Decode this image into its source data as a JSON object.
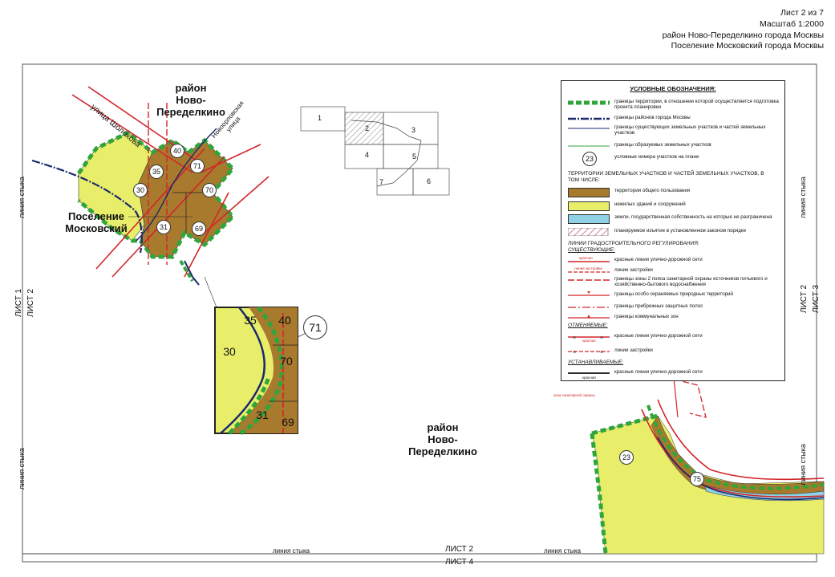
{
  "header": {
    "sheet": "Лист 2 из 7",
    "scale": "Масштаб 1:2000",
    "district_line": "район Ново-Переделкино города Москвы",
    "settlement_line": "Поселение Московский города Москвы"
  },
  "map_labels": {
    "district_top": "район\nНово-Переделкино",
    "district_center": "район\nНово-Переделкино",
    "settlement": "Поселение\nМосковский",
    "street_sholokhova": "улица Шолохова",
    "street_novoorlovskaya": "Новоорловская\nулица",
    "joint_line": "линия стыка",
    "sheet1_side": "ЛИСТ 1",
    "sheet2_left": "ЛИСТ 2",
    "sheet2_right": "ЛИСТ 2",
    "sheet3": "ЛИСТ 3",
    "sheet2_bottom": "ЛИСТ 2",
    "sheet4": "ЛИСТ 4",
    "sanitary_zone_label": "зона санитарной охраны"
  },
  "parcels": {
    "p40": "40",
    "p35": "35",
    "p71": "71",
    "p30": "30",
    "p70": "70",
    "p31": "31",
    "p69": "69",
    "p23": "23",
    "p75": "75"
  },
  "inset": {
    "n35": "35",
    "n40": "40",
    "n71": "71",
    "n30": "30",
    "n70": "70",
    "n31": "31",
    "n69": "69"
  },
  "key_map": {
    "s1": "1",
    "s2": "2",
    "s3": "3",
    "s4": "4",
    "s5": "5",
    "s6": "6",
    "s7": "7"
  },
  "legend": {
    "title": "УСЛОВНЫЕ ОБОЗНАЧЕНИЯ:",
    "items": [
      "границы территории, в отношении которой осуществляется подготовка проекта планировки",
      "границы районов города Москвы",
      "границы существующих земельных участков и частей земельных участков",
      "границы образуемых земельных участков",
      "условные номера участков на плане"
    ],
    "sample_number": "23",
    "territories_head": "ТЕРРИТОРИИ ЗЕМЕЛЬНЫХ УЧАСТКОВ И ЧАСТЕЙ ЗЕМЕЛЬНЫХ УЧАСТКОВ, В ТОМ ЧИСЛЕ:",
    "territories": [
      "территории общего пользования",
      "нежилых зданий и сооружений",
      "земли, государственная собственность на которые не разграничена",
      "планируемое изъятие в установленном законом порядке"
    ],
    "lines_head": "ЛИНИИ ГРАДОСТРОИТЕЛЬНОГО РЕГУЛИРОВАНИЯ:",
    "existing_head": "СУЩЕСТВУЮЩИЕ:",
    "existing": [
      "красные линии улично-дорожной сети",
      "линии застройки",
      "границы зоны 2 пояса санитарной охраны источников питьевого и хозяйственно-бытового водоснабжения",
      "границы особо охраняемых природных территорий",
      "границы прибрежных защитных полос",
      "границы коммунальных зон"
    ],
    "existing_sym_labels": [
      "красная",
      "линия застройки"
    ],
    "cancelled_head": "ОТМЕНЯЕМЫЕ:",
    "cancelled": [
      "красные линии улично-дорожной сети",
      "линии застройки"
    ],
    "cancelled_sym_label": "красная",
    "established_head": "УСТАНАВЛИВАЕМЫЕ:",
    "established": [
      "красные линии улично-дорожной сети"
    ],
    "established_sym_label": "красная"
  },
  "colors": {
    "brown": "#a87a2e",
    "yellow": "#e8ee6a",
    "blue": "#8fd2e6",
    "green": "#2fa63a",
    "red": "#d2262a",
    "navy": "#1b2a6b"
  }
}
